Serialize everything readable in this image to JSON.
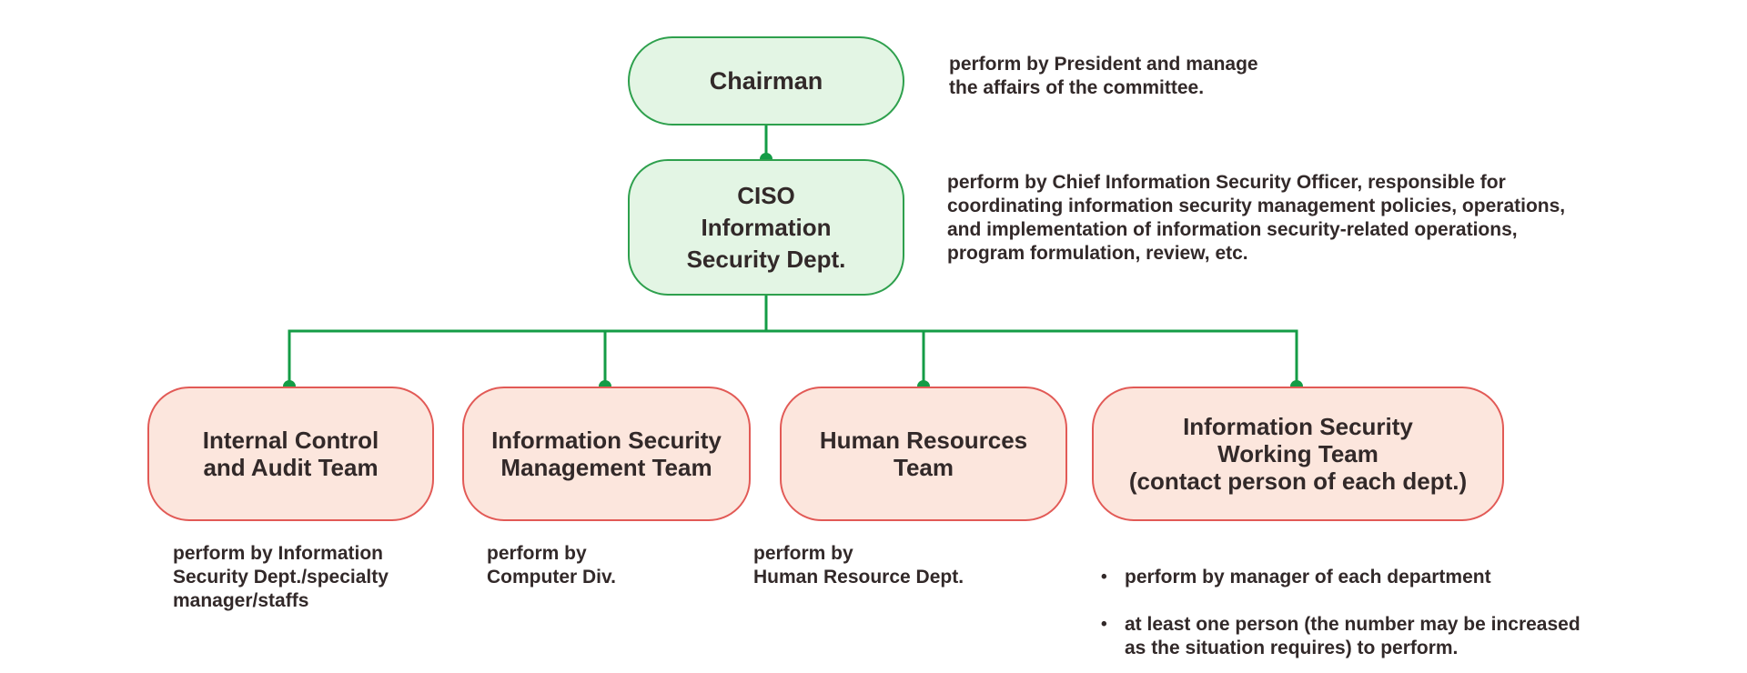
{
  "diagram": {
    "chairman": {
      "label": "Chairman",
      "note": "perform by President and manage\nthe affairs of the committee."
    },
    "ciso": {
      "label": "CISO\nInformation\nSecurity Dept.",
      "note": "perform by Chief Information Security Officer, responsible for\ncoordinating information security management policies, operations,\nand implementation of information security-related operations,\nprogram formulation, review, etc."
    },
    "teams": [
      {
        "label": "Internal Control\nand Audit Team",
        "note": "perform by Information\nSecurity Dept./specialty\nmanager/staffs"
      },
      {
        "label": "Information Security\nManagement Team",
        "note": "perform by\nComputer Div."
      },
      {
        "label": "Human Resources\nTeam",
        "note": "perform by\nHuman Resource Dept."
      },
      {
        "label": "Information Security\nWorking Team\n(contact person of each dept.)",
        "bullet_marker": "•",
        "bullets": [
          "perform by manager of each department",
          "at least one person (the number may be increased\nas the situation requires) to perform."
        ]
      }
    ]
  },
  "colors": {
    "green_node_fill": "#e3f5e4",
    "green_node_border": "#2ea04d",
    "pink_node_fill": "#fce6dd",
    "pink_node_border": "#e25a56",
    "connector_line": "#149c46",
    "text": "#322929"
  }
}
